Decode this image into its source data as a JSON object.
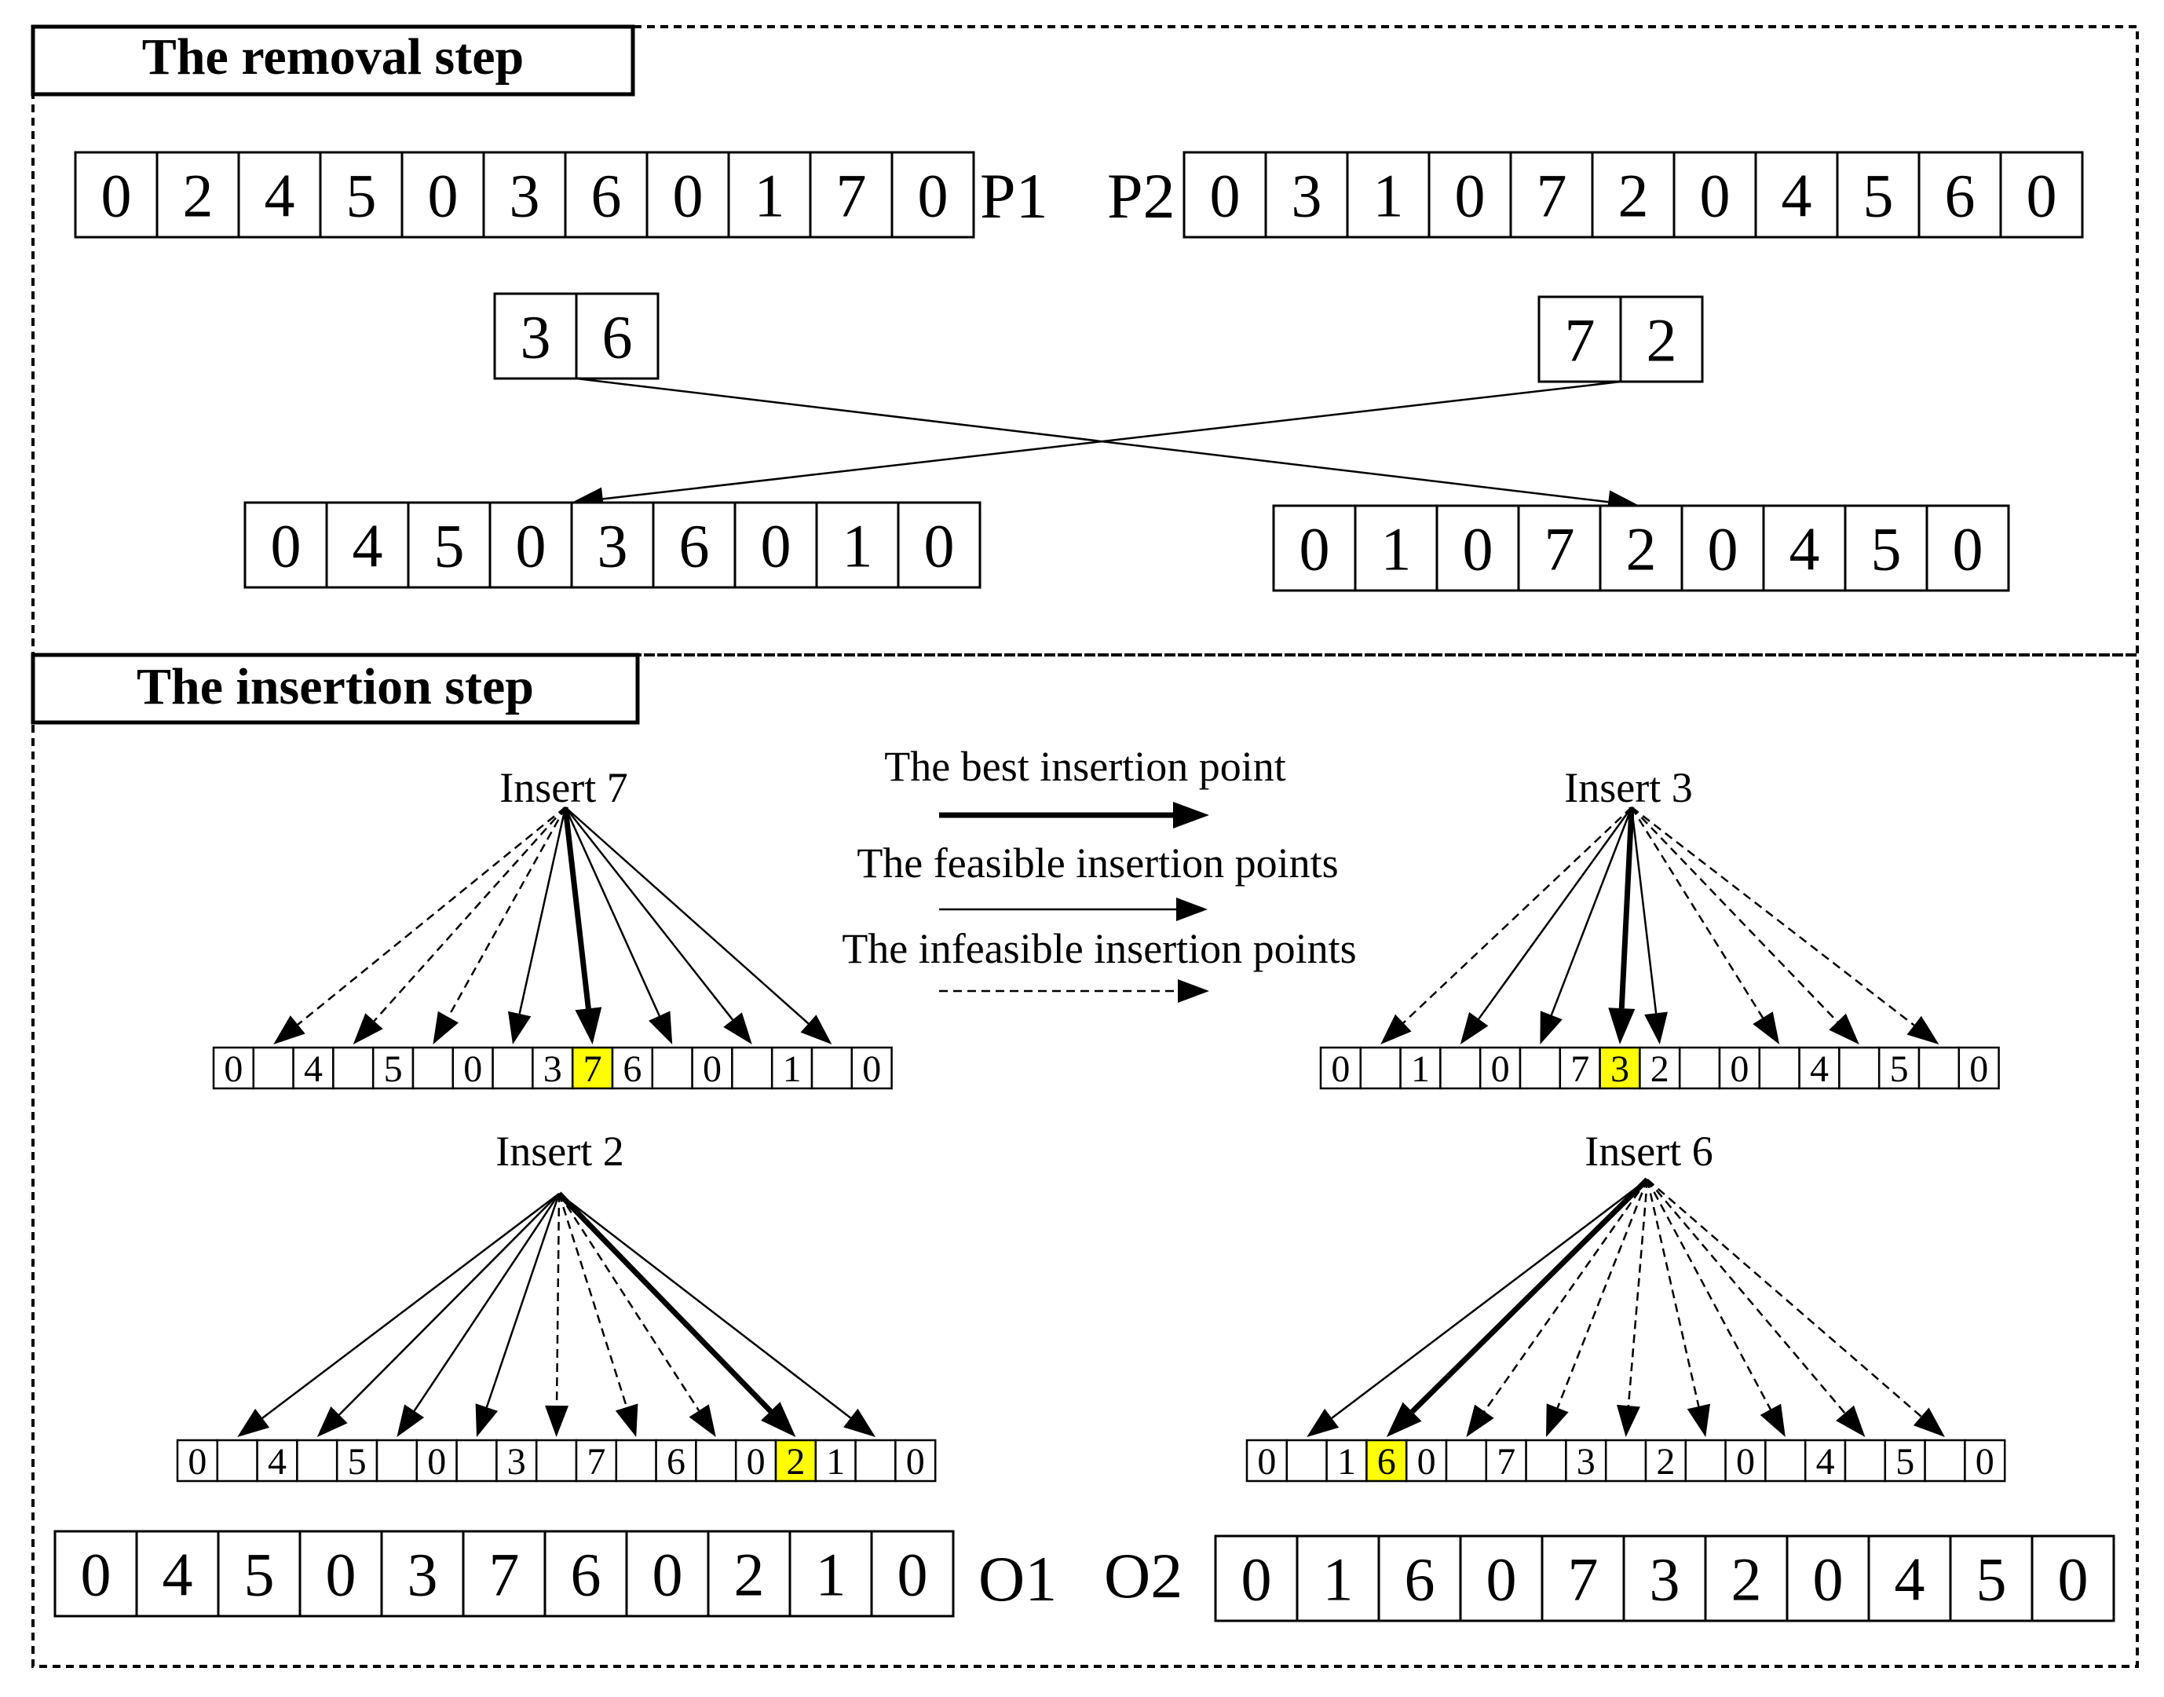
{
  "removal_step": {
    "title": "The removal step",
    "parent1": {
      "cells": [
        "0",
        "2",
        "4",
        "5",
        "0",
        "3",
        "6",
        "0",
        "1",
        "7",
        "0"
      ],
      "label": "P1"
    },
    "parent2": {
      "cells": [
        "0",
        "3",
        "1",
        "0",
        "7",
        "2",
        "0",
        "4",
        "5",
        "6",
        "0"
      ],
      "label": "P2"
    },
    "removed_from_p1": [
      "3",
      "6"
    ],
    "removed_from_p2": [
      "7",
      "2"
    ],
    "reduced_p1": [
      "0",
      "4",
      "5",
      "0",
      "3",
      "6",
      "0",
      "1",
      "0"
    ],
    "reduced_p2": [
      "0",
      "1",
      "0",
      "7",
      "2",
      "0",
      "4",
      "5",
      "0"
    ]
  },
  "insertion_step": {
    "title": "The insertion step",
    "legend": {
      "best": "The best insertion point",
      "feasible": "The feasible insertion points",
      "infeasible": "The infeasible insertion points"
    },
    "panels": [
      {
        "label": "Insert 7",
        "cells": [
          "0",
          "",
          "4",
          "",
          "5",
          "",
          "0",
          "",
          "3",
          "7",
          "6",
          "",
          "0",
          "",
          "1",
          "",
          "0"
        ],
        "highlight_index": 9,
        "arrow_types": [
          "infeasible",
          "infeasible",
          "infeasible",
          "feasible",
          "best",
          "feasible",
          "feasible",
          "feasible"
        ]
      },
      {
        "label": "Insert 3",
        "cells": [
          "0",
          "",
          "1",
          "",
          "0",
          "",
          "7",
          "3",
          "2",
          "",
          "0",
          "",
          "4",
          "",
          "5",
          "",
          "0"
        ],
        "highlight_index": 7,
        "arrow_types": [
          "infeasible",
          "feasible",
          "feasible",
          "best",
          "feasible",
          "infeasible",
          "infeasible",
          "infeasible"
        ]
      },
      {
        "label": "Insert 2",
        "cells": [
          "0",
          "",
          "4",
          "",
          "5",
          "",
          "0",
          "",
          "3",
          "",
          "7",
          "",
          "6",
          "",
          "0",
          "2",
          "1",
          "",
          "0"
        ],
        "highlight_index": 15,
        "arrow_types": [
          "feasible",
          "feasible",
          "feasible",
          "feasible",
          "infeasible",
          "infeasible",
          "infeasible",
          "best",
          "feasible"
        ]
      },
      {
        "label": "Insert 6",
        "cells": [
          "0",
          "",
          "1",
          "6",
          "0",
          "",
          "7",
          "",
          "3",
          "",
          "2",
          "",
          "0",
          "",
          "4",
          "",
          "5",
          "",
          "0"
        ],
        "highlight_index": 3,
        "arrow_types": [
          "feasible",
          "best",
          "infeasible",
          "infeasible",
          "infeasible",
          "infeasible",
          "infeasible",
          "infeasible",
          "infeasible"
        ]
      }
    ],
    "offspring1": {
      "cells": [
        "0",
        "4",
        "5",
        "0",
        "3",
        "7",
        "6",
        "0",
        "2",
        "1",
        "0"
      ],
      "label": "O1"
    },
    "offspring2": {
      "cells": [
        "0",
        "1",
        "6",
        "0",
        "7",
        "3",
        "2",
        "0",
        "4",
        "5",
        "0"
      ],
      "label": "O2"
    }
  },
  "colors": {
    "highlight": "#ffff00",
    "line": "#000000"
  }
}
